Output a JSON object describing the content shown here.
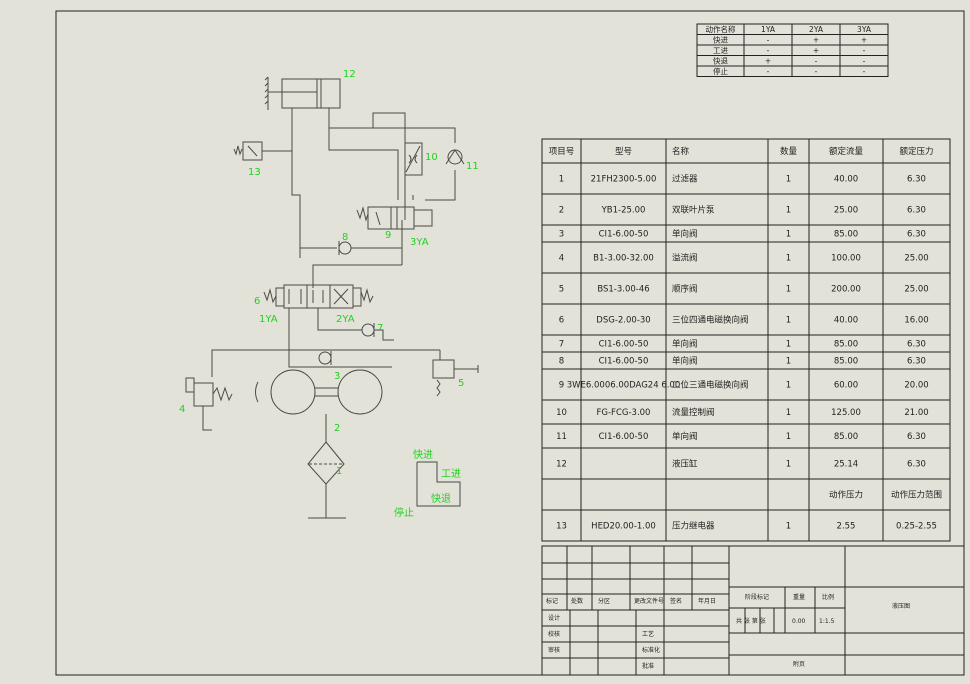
{
  "action_table": {
    "headers": [
      "动作名称",
      "1YA",
      "2YA",
      "3YA"
    ],
    "rows": [
      [
        "快进",
        "-",
        "+",
        "+"
      ],
      [
        "工进",
        "-",
        "+",
        "-"
      ],
      [
        "快退",
        "+",
        "-",
        "-"
      ],
      [
        "停止",
        "-",
        "-",
        "-"
      ]
    ]
  },
  "parts_table": {
    "headers": [
      "项目号",
      "型号",
      "名称",
      "数量",
      "额定流量",
      "额定压力"
    ],
    "rows": [
      [
        "1",
        "21FH2300-5.00",
        "过滤器",
        "1",
        "40.00",
        "6.30"
      ],
      [
        "2",
        "YB1-25.00",
        "双联叶片泵",
        "1",
        "25.00",
        "6.30"
      ],
      [
        "3",
        "CI1-6.00-50",
        "单向阀",
        "1",
        "85.00",
        "6.30"
      ],
      [
        "4",
        "B1-3.00-32.00",
        "溢流阀",
        "1",
        "100.00",
        "25.00"
      ],
      [
        "5",
        "BS1-3.00-46",
        "顺序阀",
        "1",
        "200.00",
        "25.00"
      ],
      [
        "6",
        "DSG-2.00-30",
        "三位四通电磁换向阀",
        "1",
        "40.00",
        "16.00"
      ],
      [
        "7",
        "CI1-6.00-50",
        "单向阀",
        "1",
        "85.00",
        "6.30"
      ],
      [
        "8",
        "CI1-6.00-50",
        "单向阀",
        "1",
        "85.00",
        "6.30"
      ],
      [
        "9",
        "3WE6.0006.00DAG24 6.00",
        "二位三通电磁换向阀",
        "1",
        "60.00",
        "20.00"
      ],
      [
        "10",
        "FG-FCG-3.00",
        "流量控制阀",
        "1",
        "125.00",
        "21.00"
      ],
      [
        "11",
        "CI1-6.00-50",
        "单向阀",
        "1",
        "85.00",
        "6.30"
      ],
      [
        "12",
        "",
        "液压缸",
        "1",
        "25.14",
        "6.30"
      ],
      [
        "",
        "",
        "",
        "",
        "动作压力",
        "动作压力范围"
      ],
      [
        "13",
        "HED20.00-1.00",
        "压力继电器",
        "1",
        "2.55",
        "0.25-2.55"
      ]
    ]
  },
  "title_block": {
    "sign_row": [
      "标记",
      "处数",
      "分区",
      "更改文件号",
      "签名",
      "年月日"
    ],
    "roles": [
      "设计",
      "校核",
      "审核",
      "工艺",
      "标准化",
      "批准"
    ],
    "marking": "阶段标记",
    "weight": "重量",
    "scale_label": "比例",
    "weight_value": "0.00",
    "scale_value": "1:1.5",
    "sheet_info": "共 张 第 张",
    "drawing_name": "液压图",
    "page": "附页"
  },
  "diagram": {
    "component_labels": [
      "1",
      "2",
      "3",
      "4",
      "5",
      "6",
      "7",
      "8",
      "9",
      "10",
      "11",
      "12",
      "13"
    ],
    "solenoids": [
      "1YA",
      "2YA",
      "3YA"
    ],
    "cycle": [
      "快进",
      "工进",
      "快退",
      "停止"
    ]
  }
}
